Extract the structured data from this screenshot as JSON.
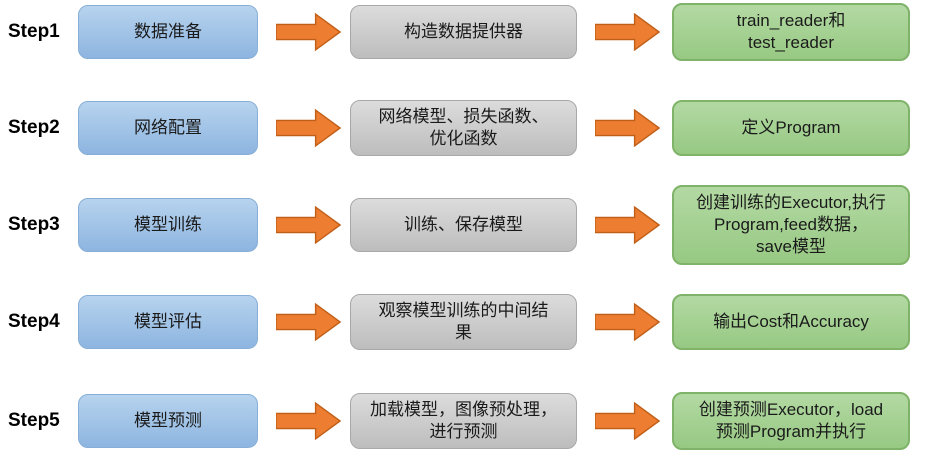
{
  "colors": {
    "background": "#ffffff",
    "stage_box_top": "#b7d3ee",
    "stage_box_bottom": "#8db5e0",
    "stage_box_border": "#86aed6",
    "action_box_top": "#dcdcdc",
    "action_box_bottom": "#bdbdbd",
    "action_box_border": "#a8a8a8",
    "output_box_top": "#b3d9a3",
    "output_box_bottom": "#97c983",
    "output_box_border": "#7fb369",
    "arrow_fill": "#ed7d31",
    "arrow_border": "#c05f18",
    "text": "#1a1a1a"
  },
  "rows": [
    {
      "step": "Step1",
      "stage": "数据准备",
      "action": "构造数据提供器",
      "output": "train_reader和\ntest_reader"
    },
    {
      "step": "Step2",
      "stage": "网络配置",
      "action": "网络模型、损失函数、\n优化函数",
      "output": "定义Program"
    },
    {
      "step": "Step3",
      "stage": "模型训练",
      "action": "训练、保存模型",
      "output": "创建训练的Executor,执行\nProgram,feed数据，\nsave模型"
    },
    {
      "step": "Step4",
      "stage": "模型评估",
      "action": "观察模型训练的中间结\n果",
      "output": "输出Cost和Accuracy"
    },
    {
      "step": "Step5",
      "stage": "模型预测",
      "action": "加载模型，图像预处理，\n进行预测",
      "output": "创建预测Executor，load\n预测Program并执行"
    }
  ]
}
